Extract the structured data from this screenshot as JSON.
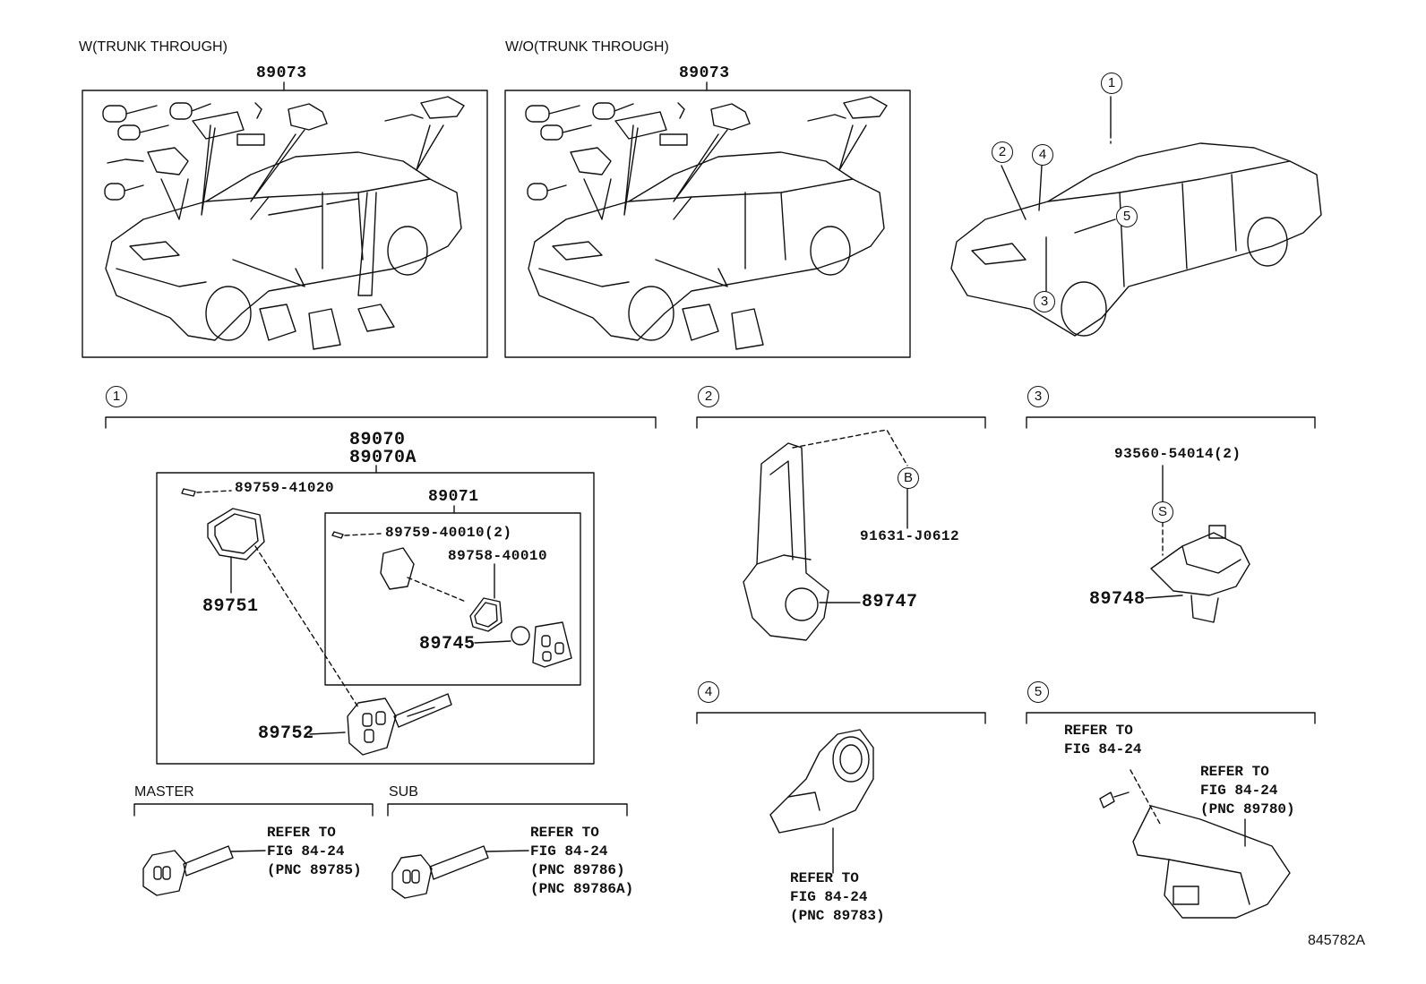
{
  "panels": {
    "with_trunk": {
      "label": "W(TRUNK THROUGH)",
      "part_no": "89073"
    },
    "without_trunk": {
      "label": "W/O(TRUNK THROUGH)",
      "part_no": "89073"
    }
  },
  "callouts": [
    "1",
    "2",
    "3",
    "4",
    "5"
  ],
  "section1": {
    "callout": "1",
    "assembly": [
      "89070",
      "89070A"
    ],
    "parts": {
      "screw_outer": "89759-41020",
      "housing": "89751",
      "sub_assembly": "89071",
      "screw_inner": "89759-40010(2)",
      "ring": "89758-40010",
      "battery": "89745",
      "key": "89752"
    }
  },
  "section2": {
    "callout": "2",
    "marker": "B",
    "bolt": "91631-J0612",
    "part": "89747"
  },
  "section3": {
    "callout": "3",
    "marker": "S",
    "screw": "93560-54014(2)",
    "part": "89748"
  },
  "section4": {
    "callout": "4",
    "ref": [
      "REFER TO",
      "FIG 84-24",
      "(PNC 89783)"
    ]
  },
  "section5": {
    "callout": "5",
    "ref_a": [
      "REFER TO",
      "FIG 84-24"
    ],
    "ref_b": [
      "REFER TO",
      "FIG 84-24",
      "(PNC 89780)"
    ]
  },
  "master": {
    "label": "MASTER",
    "ref": [
      "REFER TO",
      "FIG 84-24",
      "(PNC 89785)"
    ]
  },
  "sub": {
    "label": "SUB",
    "ref": [
      "REFER TO",
      "FIG 84-24",
      "(PNC 89786)",
      "(PNC 89786A)"
    ]
  },
  "figure_id": "845782A"
}
